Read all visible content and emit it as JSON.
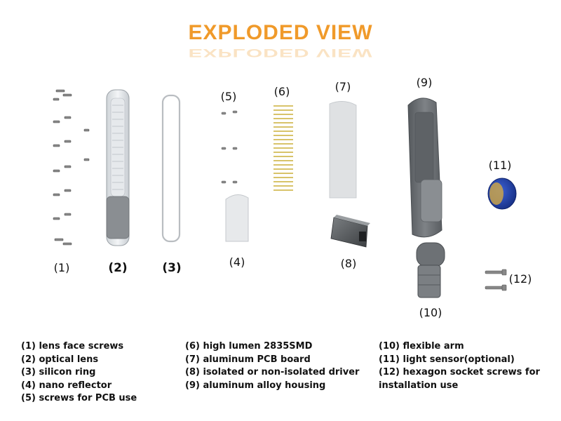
{
  "title": "EXPLODED VIEW",
  "part_labels": {
    "p1": "(1)",
    "p2": "(2)",
    "p3": "(3)",
    "p4": "(4)",
    "p5": "(5)",
    "p6": "(6)",
    "p7": "(7)",
    "p8": "(8)",
    "p9": "(9)",
    "p10": "(10)",
    "p11": "(11)",
    "p12": "(12)"
  },
  "legend": {
    "col1": [
      "(1) lens face screws",
      "(2) optical lens",
      "(3) silicon ring",
      "(4) nano reflector",
      "(5) screws for PCB use"
    ],
    "col2": [
      "(6) high lumen 2835SMD",
      "(7) aluminum PCB board",
      "(8) isolated or non-isolated driver",
      "(9) aluminum alloy housing"
    ],
    "col3": [
      "(10) flexible arm",
      "(11) light sensor(optional)",
      "(12) hexagon socket screws for",
      "installation use"
    ]
  },
  "colors": {
    "title": "#f09a2a",
    "housing": "#6d7175",
    "sensor": "#1f3fa6"
  }
}
